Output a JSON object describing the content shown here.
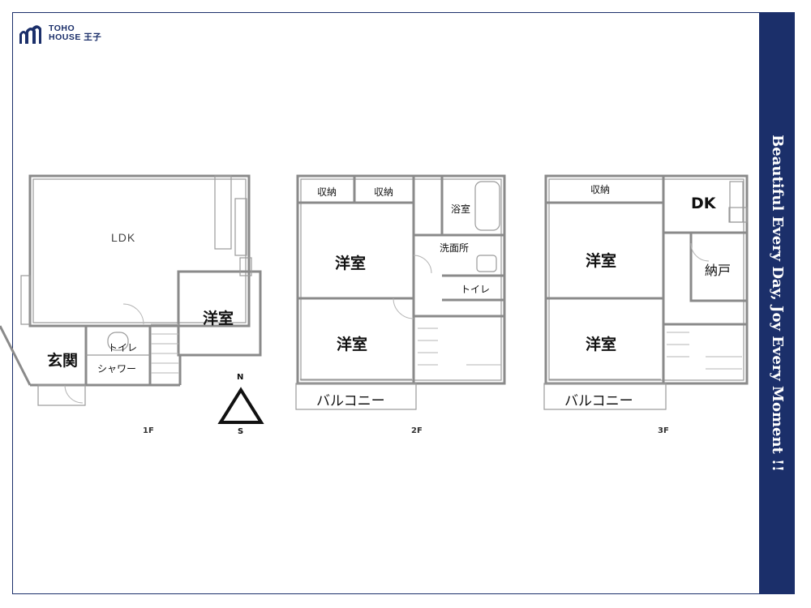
{
  "brand": {
    "name_line1": "TOHO",
    "name_line2": "HOUSE 王子",
    "icon": "toho-logo-icon"
  },
  "tagline": "Beautiful Every Day, Joy Every Moment !!",
  "colors": {
    "navy": "#1b2f6a",
    "wall": "#8a8a8a"
  },
  "compass": {
    "north": "N",
    "south": "S"
  },
  "floors": {
    "f1": {
      "label": "1F",
      "rooms": {
        "ldk": "LDK",
        "western": "洋室",
        "entrance": "玄関",
        "toilet": "トイレ",
        "shower": "シャワー"
      }
    },
    "f2": {
      "label": "2F",
      "rooms": {
        "storage_a": "収納",
        "storage_b": "収納",
        "western_a": "洋室",
        "western_b": "洋室",
        "bath": "浴室",
        "washroom": "洗面所",
        "toilet": "トイレ",
        "balcony": "バルコニー"
      }
    },
    "f3": {
      "label": "3F",
      "rooms": {
        "storage": "収納",
        "dk": "DK",
        "western_a": "洋室",
        "western_b": "洋室",
        "closet": "納戸",
        "balcony": "バルコニー"
      }
    }
  }
}
